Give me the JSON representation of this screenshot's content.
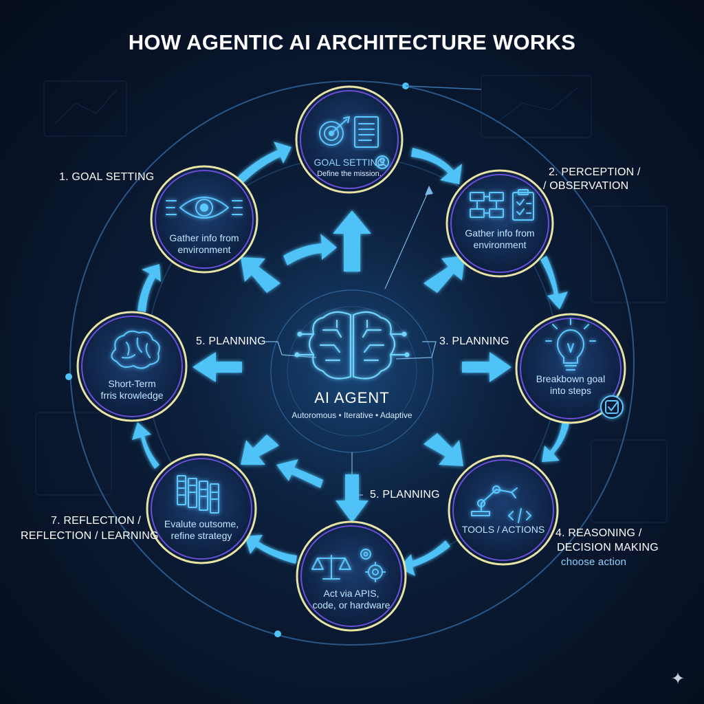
{
  "title": "HOW AGENTIC AI ARCHITECTURE WORKS",
  "center": {
    "title": "AI AGENT",
    "subtitle": "Autoromous • Iterative • Adaptive",
    "icon": "brain-circuit-icon"
  },
  "nodes": [
    {
      "id": "goal",
      "lines": [
        "GOAL SETTING",
        "Define the mission."
      ],
      "icon": "target-checklist-icon"
    },
    {
      "id": "perception",
      "lines": [
        "Gather info from",
        "environment"
      ],
      "icon": "flowchart-clipboard-icon"
    },
    {
      "id": "planning",
      "lines": [
        "Breakbown goal",
        "into steps"
      ],
      "icon": "lightbulb-icon"
    },
    {
      "id": "tools",
      "lines": [
        "TOOLS / ACTIONS"
      ],
      "icon": "robot-arm-code-icon"
    },
    {
      "id": "action",
      "lines": [
        "Act via APIS,",
        "code, or hardware"
      ],
      "icon": "scales-gear-icon"
    },
    {
      "id": "reflection",
      "lines": [
        "Evalute outsome,",
        "refine strategy"
      ],
      "icon": "server-racks-icon"
    },
    {
      "id": "memory",
      "lines": [
        "Short-Term",
        "frris krowledge"
      ],
      "icon": "brain-icon"
    },
    {
      "id": "observe",
      "lines": [
        "Gather info from",
        "environment"
      ],
      "icon": "eye-icon"
    }
  ],
  "labels": {
    "goal_setting": "1. GOAL SETTING",
    "perception_1": "2. PERCEPTION /",
    "perception_2": "/ OBSERVATION",
    "planning_right": "3. PLANNING",
    "planning_left": "5. PLANNING",
    "planning_bottom": "5. PLANNING",
    "reasoning_1": "4. REASONING /",
    "reasoning_2": "DECISION MAKING",
    "reasoning_3": "choose action",
    "reflection_1": "7. REFLECTION /",
    "reflection_2": "REFLECTION / LEARNING"
  },
  "colors": {
    "background": "#081327",
    "accent": "#4fc3f7",
    "node_ring": "#e9e4a6",
    "node_inner": "#6a4fd8",
    "text": "#ffffff"
  }
}
